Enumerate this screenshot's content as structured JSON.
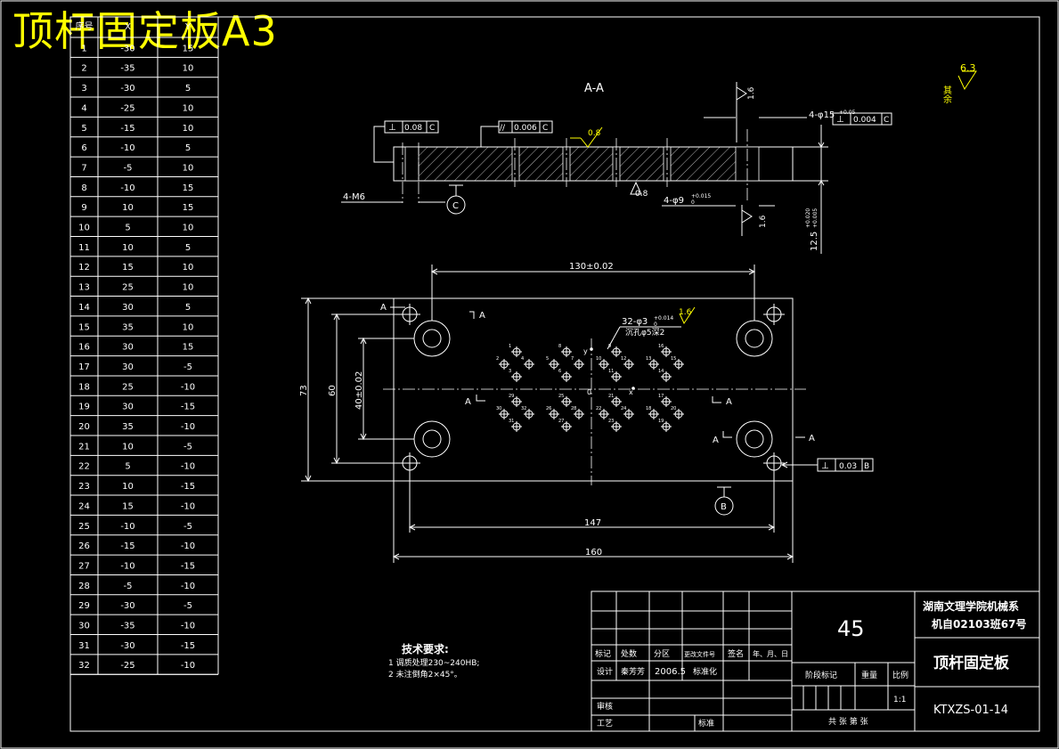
{
  "drawing": {
    "big_title": "顶杆固定板A3",
    "section_label": "A-A",
    "roughness_default": "6.3",
    "roughness_default_side": "其余",
    "section_view": {
      "gdt_left": [
        "⊥",
        "0.08",
        "C"
      ],
      "gdt_parallel": [
        "//",
        "0.006",
        "C"
      ],
      "gdt_right": [
        "⊥",
        "0.004",
        "C"
      ],
      "roughness_top": "0.8",
      "roughness_bottom": "0.8",
      "roughness_right_top": "1.6",
      "roughness_right_bottom": "1.6",
      "hole_callout_top": "4-φ15",
      "hole_callout_top_tol": "+0.05",
      "thread_callout": "4-M6",
      "bore_callout": "4-φ9",
      "bore_callout_tol_upper": "+0.015",
      "bore_callout_tol_lower": "0",
      "thickness_dim": "12.5",
      "thickness_tol_upper": "+0.020",
      "thickness_tol_lower": "+0.005",
      "datum_c": "C"
    },
    "plan_view": {
      "dim_130": "130±0.02",
      "dim_147": "147",
      "dim_160": "160",
      "dim_73": "73",
      "dim_60": "60",
      "dim_40": "40±0.02",
      "hole_callout": "32-φ3",
      "hole_callout_tol": "+0.014",
      "hole_callout_tol_lower": "0",
      "counterbore_note": "沉孔φ5深2",
      "hole_roughness": "1.6",
      "gdt_bottom": [
        "⊥",
        "0.03",
        "B"
      ],
      "datum_b": "B",
      "section_mark": "A",
      "origin_label": "0",
      "axis_x": "x",
      "axis_y": "y"
    },
    "tech_requirements": {
      "title": "技术要求:",
      "items": [
        "1  调质处理230~240HB;",
        "2  未注倒角2×45°。"
      ]
    }
  },
  "coord_table": {
    "header": [
      "序号",
      "X",
      "Y"
    ],
    "rows": [
      [
        "1",
        "-30",
        "15"
      ],
      [
        "2",
        "-35",
        "10"
      ],
      [
        "3",
        "-30",
        "5"
      ],
      [
        "4",
        "-25",
        "10"
      ],
      [
        "5",
        "-15",
        "10"
      ],
      [
        "6",
        "-10",
        "5"
      ],
      [
        "7",
        "-5",
        "10"
      ],
      [
        "8",
        "-10",
        "15"
      ],
      [
        "9",
        "10",
        "15"
      ],
      [
        "10",
        "5",
        "10"
      ],
      [
        "11",
        "10",
        "5"
      ],
      [
        "12",
        "15",
        "10"
      ],
      [
        "13",
        "25",
        "10"
      ],
      [
        "14",
        "30",
        "5"
      ],
      [
        "15",
        "35",
        "10"
      ],
      [
        "16",
        "30",
        "15"
      ],
      [
        "17",
        "30",
        "-5"
      ],
      [
        "18",
        "25",
        "-10"
      ],
      [
        "19",
        "30",
        "-15"
      ],
      [
        "20",
        "35",
        "-10"
      ],
      [
        "21",
        "10",
        "-5"
      ],
      [
        "22",
        "5",
        "-10"
      ],
      [
        "23",
        "10",
        "-15"
      ],
      [
        "24",
        "15",
        "-10"
      ],
      [
        "25",
        "-10",
        "-5"
      ],
      [
        "26",
        "-15",
        "-10"
      ],
      [
        "27",
        "-10",
        "-15"
      ],
      [
        "28",
        "-5",
        "-10"
      ],
      [
        "29",
        "-30",
        "-5"
      ],
      [
        "30",
        "-35",
        "-10"
      ],
      [
        "31",
        "-30",
        "-15"
      ],
      [
        "32",
        "-25",
        "-10"
      ]
    ]
  },
  "title_block": {
    "material": "45",
    "school": "湖南文理学院机械系",
    "class_id": "机自02103班67号",
    "part_name": "顶杆固定板",
    "drawing_no": "KTXZS-01-14",
    "row_labels": [
      "标记",
      "处数",
      "分区",
      "更改文件号",
      "签名",
      "年、月、日"
    ],
    "designer_label": "设计",
    "designer": "秦芳芳",
    "date": "2006.5",
    "standard_label": "标准化",
    "stage_label": "阶段标记",
    "weight_label": "重量",
    "scale_label": "比例",
    "scale": "1:1",
    "review_label": "审核",
    "process_label": "工艺",
    "approve_label": "标准",
    "sheets": "共 张  第 张"
  }
}
